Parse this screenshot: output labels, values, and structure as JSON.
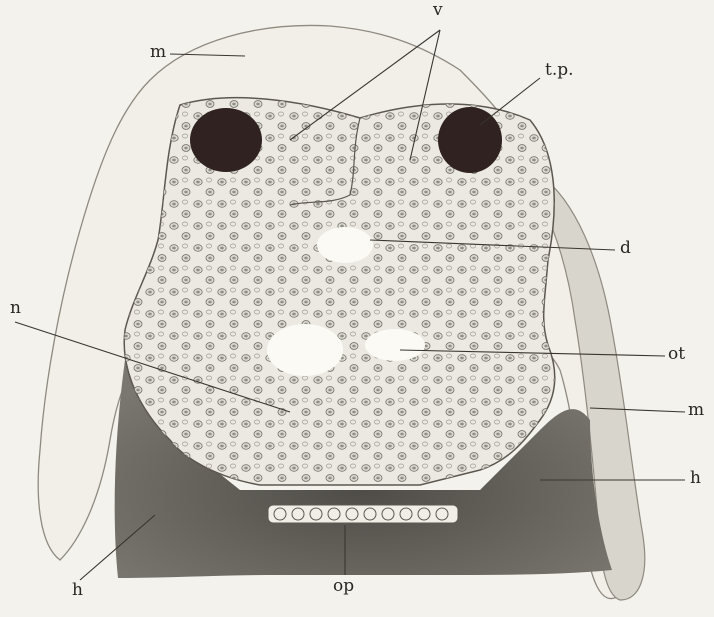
{
  "figure": {
    "labels": {
      "v": "v",
      "m_top": "m",
      "tp": "t.p.",
      "d": "d",
      "n": "n",
      "ot": "ot",
      "m_right": "m",
      "h_right": "h",
      "h_left": "h",
      "op": "op"
    },
    "colors": {
      "background": "#f4f2ec",
      "cell_mass": "#ebe9e2",
      "cell_outline": "#6f6b62",
      "nucleus": "#8a8a80",
      "dark_tissue": "#5e5b55",
      "eye_spot": "#2f2220",
      "membrane": "#8f8a80",
      "leader_line": "#3a3530"
    }
  }
}
